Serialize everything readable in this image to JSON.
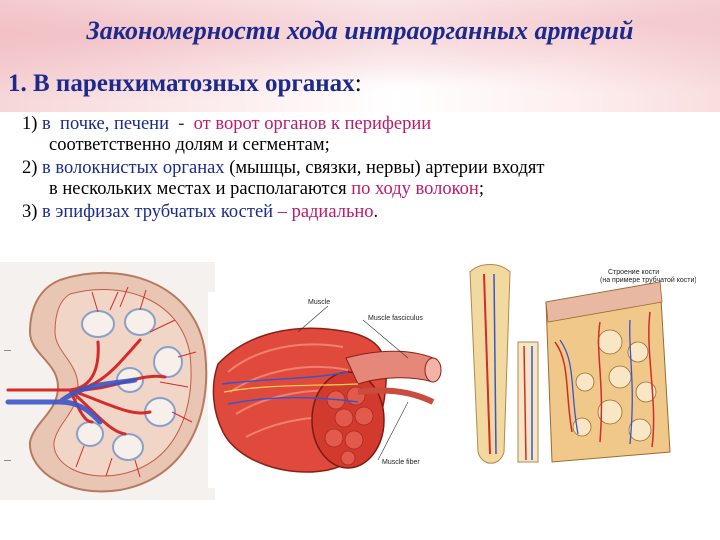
{
  "slide": {
    "title": "Закономерности хода интраорганных артерий",
    "subtitle_num": "1.",
    "subtitle_text": "В паренхиматозных органах",
    "subtitle_colon": ":"
  },
  "rules": [
    {
      "num": "1)",
      "a": "в",
      "b": "почке,",
      "c": "печени",
      "d": "-",
      "e": "от",
      "f": "ворот органов к периферии",
      "g": "соответственно долям и сегментам;"
    },
    {
      "num": "2)",
      "a": "в волокнистых органах",
      "b": "(мышцы, связки, нервы) артерии входят",
      "c": "в нескольких местах и располагаются",
      "d": "по ходу волокон",
      "e": ";"
    },
    {
      "num": "3)",
      "a": "в эпифизах трубчатых костей",
      "b": "–",
      "c": "радиально",
      "d": "."
    }
  ],
  "figures": {
    "muscle_labels": [
      "Muscle",
      "Muscle fasciculus",
      "Muscle fiber"
    ],
    "bone_labels": [
      "Строение кости",
      "(на примере трубчатой кости)"
    ]
  },
  "colors": {
    "title_blue": "#1b2a8c",
    "accent_pink": "#c0196a",
    "artery_red": "#d42b2b",
    "vein_blue": "#3a55c8"
  }
}
